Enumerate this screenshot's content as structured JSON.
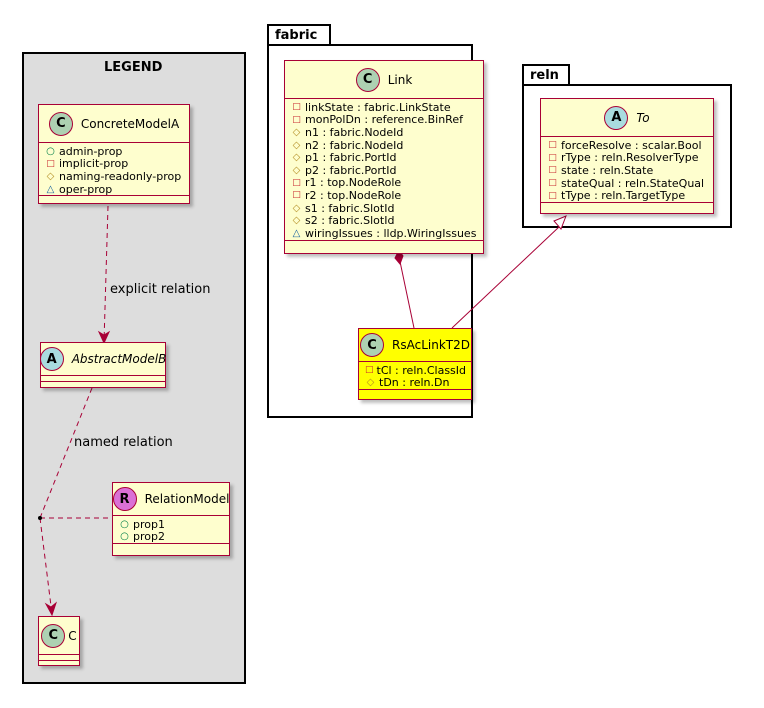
{
  "legend": {
    "title": "LEGEND",
    "classes": {
      "concrete_a": {
        "stereotype": "C",
        "name": "ConcreteModelA",
        "attributes": [
          {
            "vis": "+",
            "name": "admin-prop"
          },
          {
            "vis": "-",
            "name": "implicit-prop"
          },
          {
            "vis": "#",
            "name": "naming-readonly-prop"
          },
          {
            "vis": "~",
            "name": "oper-prop"
          }
        ]
      },
      "abstract_b": {
        "stereotype": "A",
        "name": "AbstractModelB"
      },
      "relation_model": {
        "stereotype": "R",
        "name": "RelationModel",
        "attributes": [
          {
            "vis": "+",
            "name": "prop1"
          },
          {
            "vis": "+",
            "name": "prop2"
          }
        ]
      },
      "c": {
        "stereotype": "C",
        "name": "C"
      }
    },
    "relations": {
      "explicit": "explicit relation",
      "named": "named relation"
    }
  },
  "packages": {
    "fabric": {
      "name": "fabric",
      "link": {
        "stereotype": "C",
        "name": "Link",
        "attributes": [
          {
            "vis": "-",
            "name": "linkState : fabric.LinkState"
          },
          {
            "vis": "-",
            "name": "monPolDn : reference.BinRef"
          },
          {
            "vis": "#",
            "name": "n1 : fabric.NodeId"
          },
          {
            "vis": "#",
            "name": "n2 : fabric.NodeId"
          },
          {
            "vis": "#",
            "name": "p1 : fabric.PortId"
          },
          {
            "vis": "#",
            "name": "p2 : fabric.PortId"
          },
          {
            "vis": "-",
            "name": "r1 : top.NodeRole"
          },
          {
            "vis": "-",
            "name": "r2 : top.NodeRole"
          },
          {
            "vis": "#",
            "name": "s1 : fabric.SlotId"
          },
          {
            "vis": "#",
            "name": "s2 : fabric.SlotId"
          },
          {
            "vis": "~",
            "name": "wiringIssues : lldp.WiringIssues"
          }
        ]
      },
      "rsaclink": {
        "stereotype": "C",
        "name": "RsAcLinkT2D",
        "attributes": [
          {
            "vis": "-",
            "name": "tCl : reln.ClassId"
          },
          {
            "vis": "#",
            "name": "tDn : reln.Dn"
          }
        ]
      }
    },
    "reln": {
      "name": "reln",
      "to": {
        "stereotype": "A",
        "name": "To",
        "attributes": [
          {
            "vis": "-",
            "name": "forceResolve : scalar.Bool"
          },
          {
            "vis": "-",
            "name": "rType : reln.ResolverType"
          },
          {
            "vis": "-",
            "name": "state : reln.State"
          },
          {
            "vis": "-",
            "name": "stateQual : reln.StateQual"
          },
          {
            "vis": "-",
            "name": "tType : reln.TargetType"
          }
        ]
      }
    }
  },
  "colors": {
    "class_fill": "#FEFECE",
    "highlight_fill": "#FFFF00",
    "class_border": "#A80036",
    "legend_fill": "#DDDDDD",
    "badge_concrete": "#ADD1B2",
    "badge_abstract": "#A9DCDF",
    "badge_relation": "#DA70D6"
  }
}
